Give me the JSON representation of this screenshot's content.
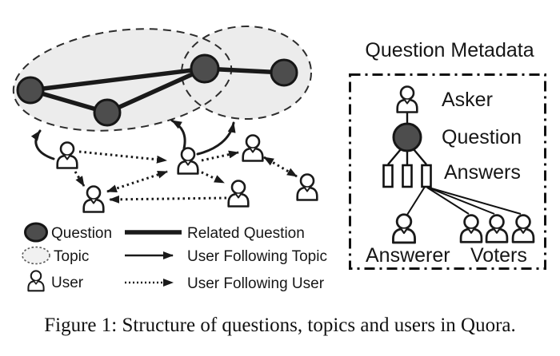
{
  "legend": {
    "question": "Question",
    "topic": "Topic",
    "user": "User",
    "related_question": "Related Question",
    "user_following_topic": "User Following Topic",
    "user_following_user": "User Following User"
  },
  "metadata_panel": {
    "title": "Question Metadata",
    "asker": "Asker",
    "question": "Question",
    "answers": "Answers",
    "answerer": "Answerer",
    "voters": "Voters"
  },
  "caption": "Figure 1: Structure of questions, topics and users in Quora.",
  "colors": {
    "question_node_fill": "#4d4d4d",
    "topic_fill": "#ececec",
    "line": "#1a1a1a",
    "background": "#ffffff"
  },
  "icons": {
    "user": "person-outline-icon",
    "question": "filled-circle-icon",
    "topic": "dashed-ellipse-icon",
    "answer": "open-rectangle-icon",
    "related_question": "thick-line",
    "user_following_topic": "solid-arrow",
    "user_following_user": "dotted-arrow"
  }
}
